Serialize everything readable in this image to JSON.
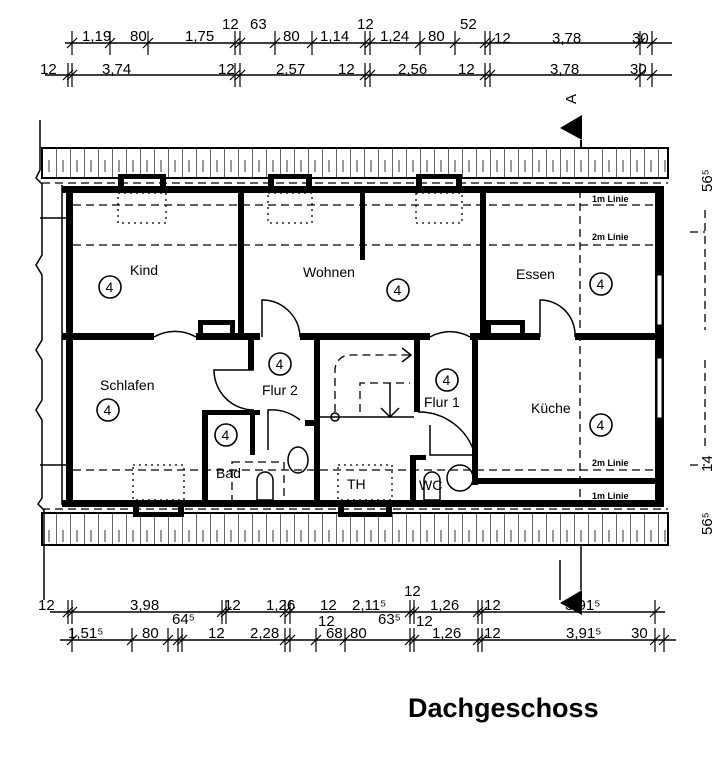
{
  "title": "Dachgeschoss",
  "section_marker": "A",
  "rooms": {
    "kind": {
      "label": "Kind",
      "marker": "4"
    },
    "wohnen": {
      "label": "Wohnen",
      "marker": "4"
    },
    "essen": {
      "label": "Essen",
      "marker": "4"
    },
    "schlafen": {
      "label": "Schlafen",
      "marker": "4"
    },
    "flur2": {
      "label": "Flur 2",
      "marker": "4"
    },
    "flur1": {
      "label": "Flur 1",
      "marker": "4"
    },
    "kueche": {
      "label": "Küche",
      "marker": "4"
    },
    "bad": {
      "label": "Bad",
      "marker": "4"
    },
    "th": {
      "label": "TH"
    },
    "wc": {
      "label": "WC"
    }
  },
  "lines": {
    "one_m": "1m Linie",
    "two_m": "2m Linie"
  },
  "dims": {
    "top_row1": [
      "1,19",
      "80",
      "1,75",
      "12",
      "63",
      "80",
      "1,14",
      "12",
      "1,24",
      "80",
      "52",
      "12",
      "3,78",
      "30"
    ],
    "top_row2": [
      "12",
      "3,74",
      "12",
      "2,57",
      "12",
      "2,56",
      "12",
      "3,78",
      "30"
    ],
    "bottom_row1": [
      "12",
      "3,98",
      "12",
      "1,26",
      "12",
      "2,11⁵",
      "12",
      "1,26",
      "12",
      "3,91⁵"
    ],
    "bottom_row2": [
      "1,51⁵",
      "80",
      "64⁵",
      "12",
      "2,28",
      "12",
      "68",
      "80",
      "63⁵",
      "12",
      "1,26",
      "12",
      "3,91⁵",
      "30"
    ],
    "right": [
      "56⁵",
      "14",
      "56⁵"
    ]
  }
}
